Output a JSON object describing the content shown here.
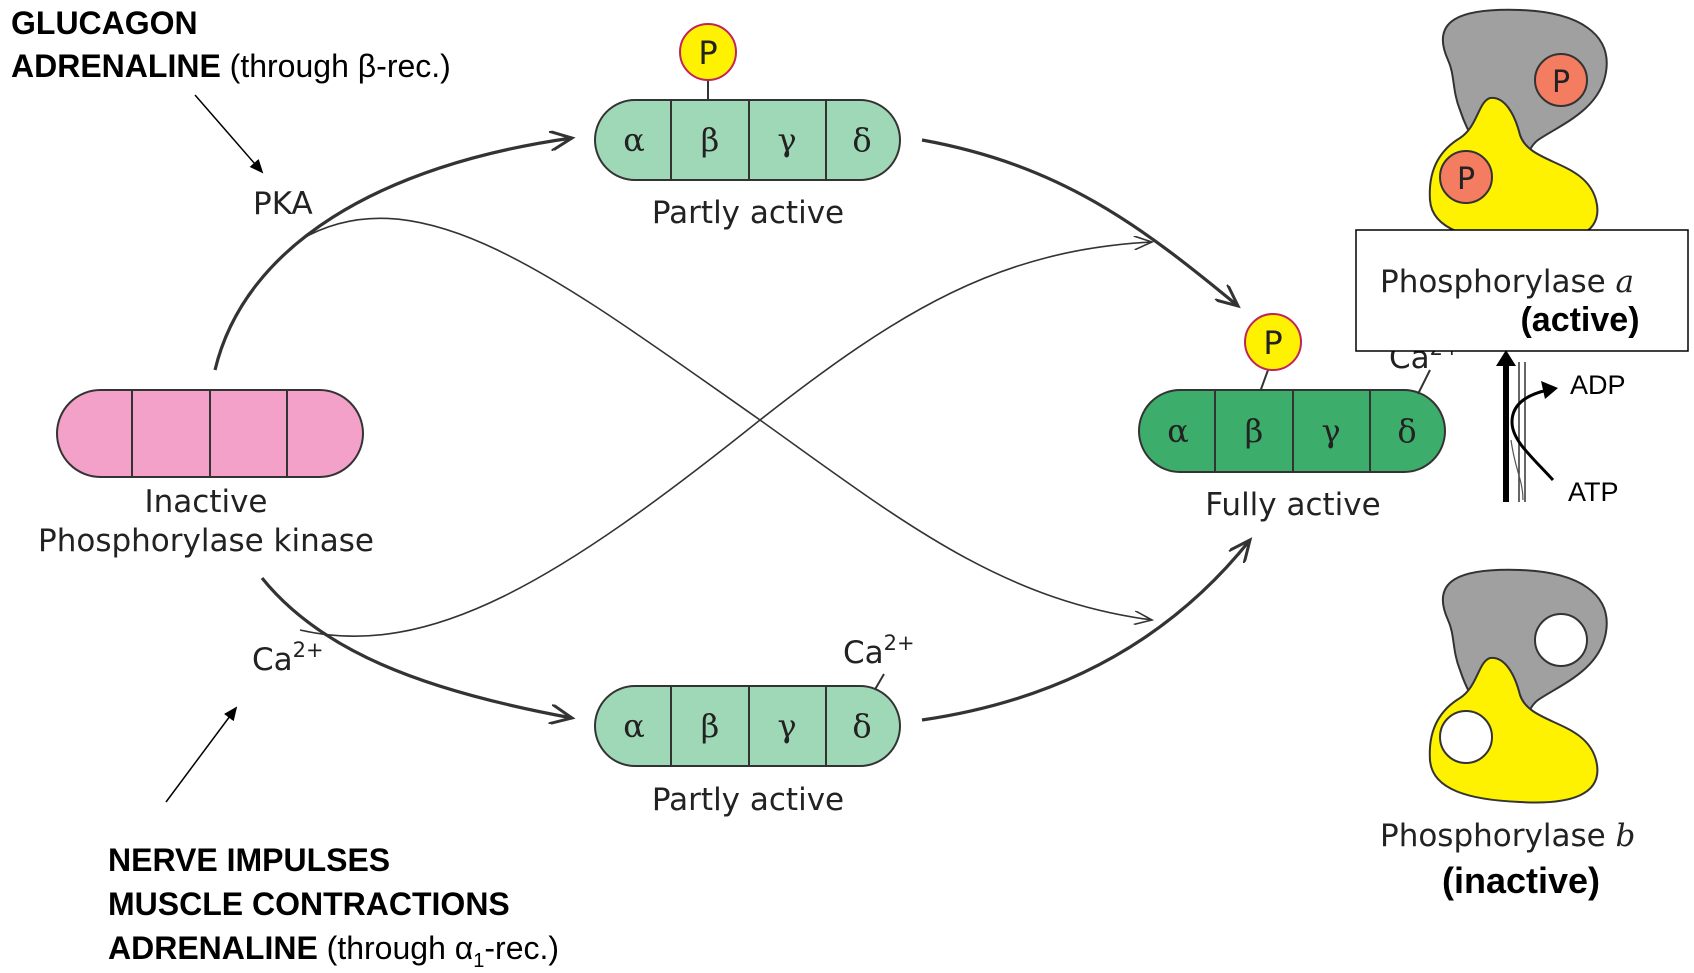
{
  "top_left": {
    "line1_bold": "GLUCAGON",
    "line2_bold": "ADRENALINE",
    "line2_rest": " (through β-rec.)"
  },
  "bottom_left": {
    "line1_bold": "NERVE IMPULSES",
    "line2_bold": "MUSCLE CONTRACTIONS",
    "line3_bold": "ADRENALINE",
    "line3_rest_pre": " (through α",
    "line3_sub": "1",
    "line3_rest_post": "-rec.)"
  },
  "pka_label": "PKA",
  "ca_label": "Ca",
  "ca_sup": "2+",
  "inactive_kinase": {
    "line1": "Inactive",
    "line2": "Phosphorylase kinase",
    "color": "#f3a1c9"
  },
  "partly_active_label": "Partly active",
  "fully_active_label": "Fully active",
  "subunits": [
    "α",
    "β",
    "γ",
    "δ"
  ],
  "phosphate": "P",
  "colors": {
    "partly_active": "#9fd8b7",
    "fully_active": "#3dad6c",
    "phosphate_yellow": "#fff200",
    "phosphate_orange": "#f47c60",
    "enzyme_gray": "#a0a0a0",
    "enzyme_yellow": "#fff200"
  },
  "phosphorylase_a": {
    "name": "Phosphorylase ",
    "letter": "a",
    "state": "(active)"
  },
  "phosphorylase_b": {
    "name": "Phosphorylase ",
    "letter": "b",
    "state": "(inactive)"
  },
  "adp_label": "ADP",
  "atp_label": "ATP"
}
